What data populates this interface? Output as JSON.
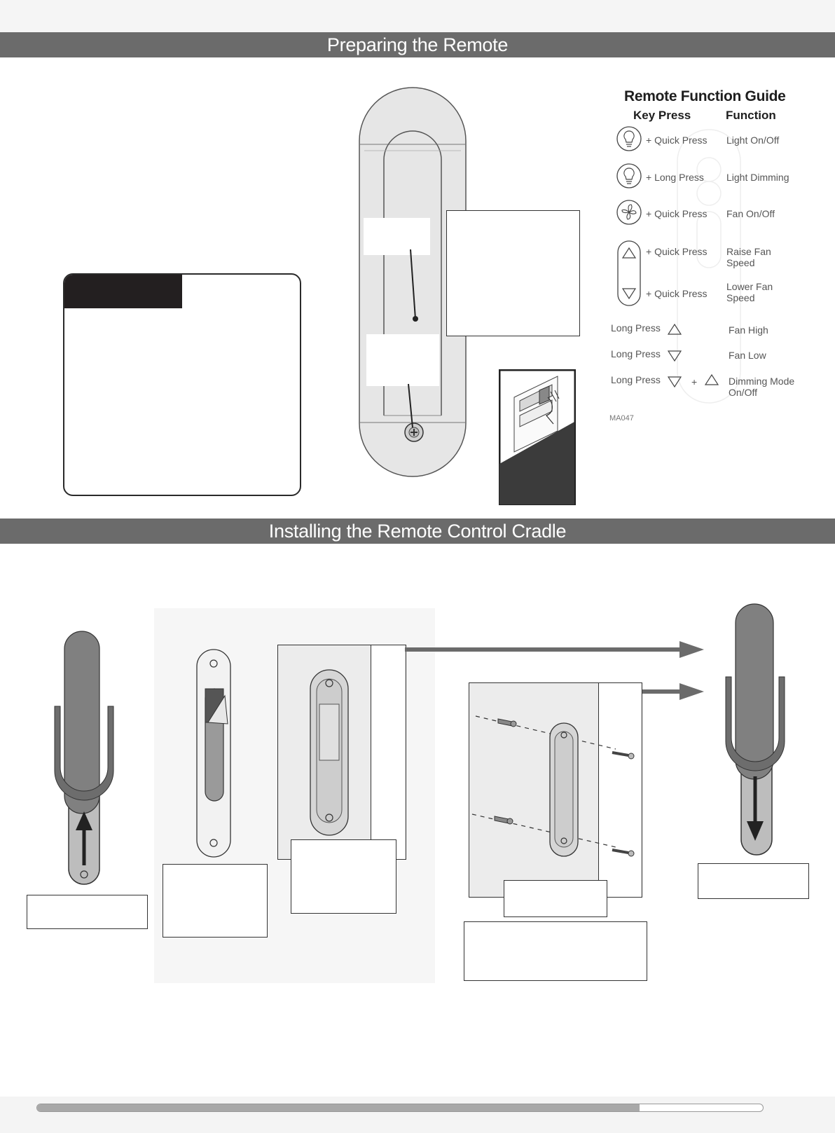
{
  "sections": {
    "preparing": "Preparing the Remote",
    "installing": "Installing the Remote Control Cradle"
  },
  "guide": {
    "title": "Remote Function Guide",
    "col_key": "Key Press",
    "col_function": "Function",
    "rows": [
      {
        "key": "+ Quick Press",
        "function": "Light On/Off",
        "icon": "light-bulb-icon"
      },
      {
        "key": "+ Long Press",
        "function": "Light Dimming",
        "icon": "light-bulb-icon"
      },
      {
        "key": "+ Quick Press",
        "function": "Fan On/Off",
        "icon": "fan-icon"
      },
      {
        "key": "+ Quick Press",
        "function_l1": "Raise Fan",
        "function_l2": "Speed",
        "icon": "arrow-up-icon"
      },
      {
        "key": "+ Quick Press",
        "function_l1": "Lower Fan",
        "function_l2": "Speed",
        "icon": "arrow-down-icon"
      }
    ],
    "long_rows": [
      {
        "key": "Long Press",
        "function": "Fan High"
      },
      {
        "key": "Long Press",
        "function": "Fan Low"
      },
      {
        "key": "Long Press",
        "plus": "+",
        "function_l1": "Dimming Mode",
        "function_l2": "On/Off"
      }
    ],
    "code": "MA047"
  }
}
